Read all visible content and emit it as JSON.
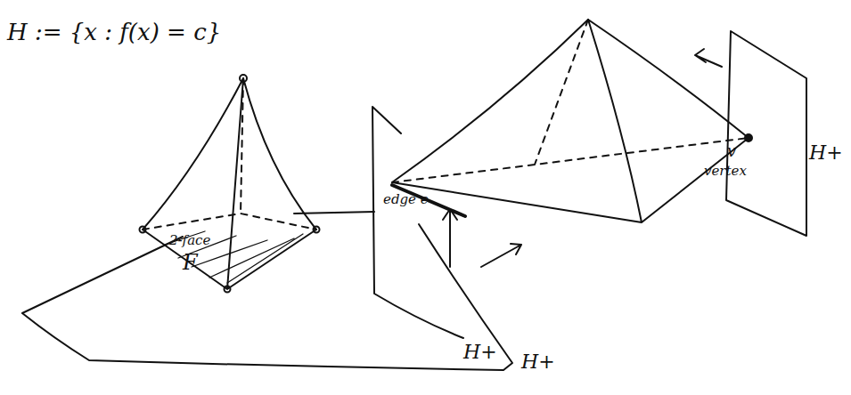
{
  "diagram": {
    "labels": [
      "H := {x : f(x) = c}",
      "2-face",
      "F",
      "H+",
      "edge e",
      "H+",
      "v",
      "vertex",
      "H+"
    ]
  }
}
